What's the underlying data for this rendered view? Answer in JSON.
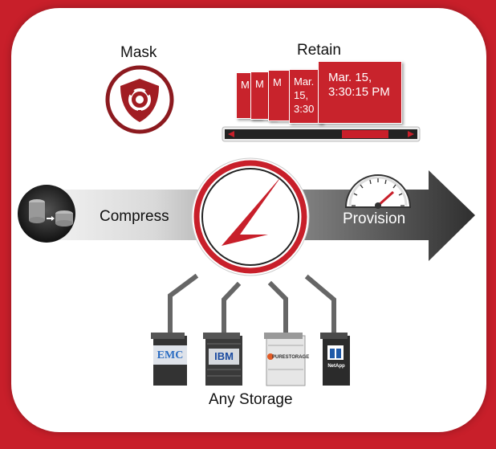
{
  "labels": {
    "mask": "Mask",
    "retain": "Retain",
    "compress": "Compress",
    "provision": "Provision",
    "any_storage": "Any Storage"
  },
  "retain_cards": {
    "card1": "M",
    "card2": "M",
    "card3": "M",
    "card4": "Mar.\n15,\n3:30",
    "main": "Mar. 15,\n3:30:15 PM"
  },
  "storage_labels": {
    "emc": "EMC",
    "ibm": "IBM",
    "pure": "PURESTORAGE",
    "netapp": "NetApp"
  },
  "colors": {
    "brand_red": "#c81f2a",
    "arrow_dark": "#3a3a3a",
    "arrow_light": "#e6e6e6",
    "outline": "#5a5a5a"
  }
}
